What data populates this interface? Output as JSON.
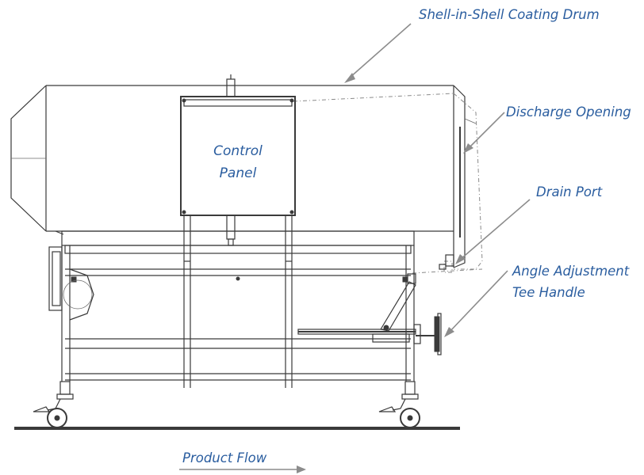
{
  "labels": {
    "drum": "Shell-in-Shell Coating Drum",
    "discharge": "Discharge Opening",
    "drain": "Drain Port",
    "angle_line1": "Angle Adjustment",
    "angle_line2": "Tee Handle",
    "control_line1": "Control",
    "control_line2": "Panel",
    "flow": "Product Flow"
  },
  "colors": {
    "label": "#2a5d9f",
    "line": "#3a3a3a",
    "arrow": "#8c8c8c"
  }
}
